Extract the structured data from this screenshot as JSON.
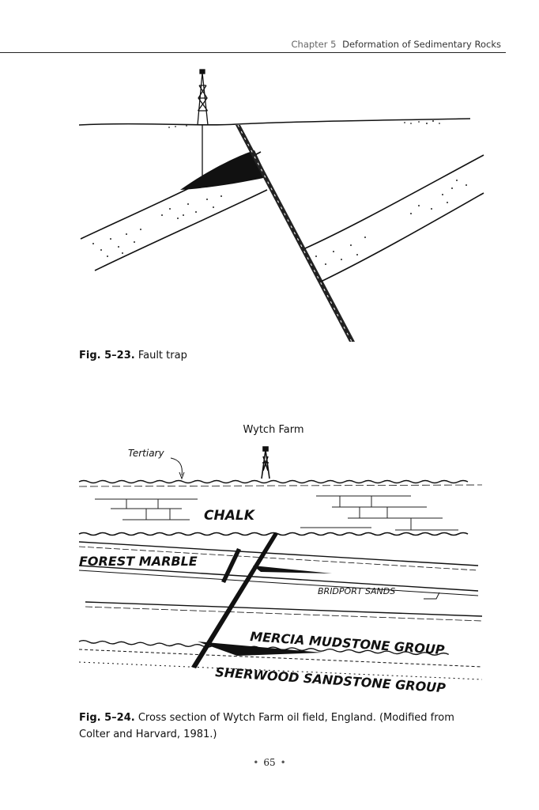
{
  "header": {
    "chapter": "Chapter 5",
    "title": "Deformation of Sedimentary Rocks"
  },
  "figure1": {
    "number": "Fig. 5–23.",
    "caption": "Fault trap"
  },
  "figure2": {
    "number": "Fig. 5–24.",
    "caption": "Cross section of Wytch Farm oil field, England. (Modified from Colter and Harvard, 1981.)",
    "labels": {
      "site": "Wytch Farm",
      "tertiary": "Tertiary",
      "chalk": "CHALK",
      "forest_marble": "FOREST MARBLE",
      "bridport": "BRIDPORT SANDS",
      "mercia": "MERCIA MUDSTONE GROUP",
      "sherwood": "SHERWOOD SANDSTONE GROUP"
    }
  },
  "footer": {
    "page_number": "65"
  }
}
